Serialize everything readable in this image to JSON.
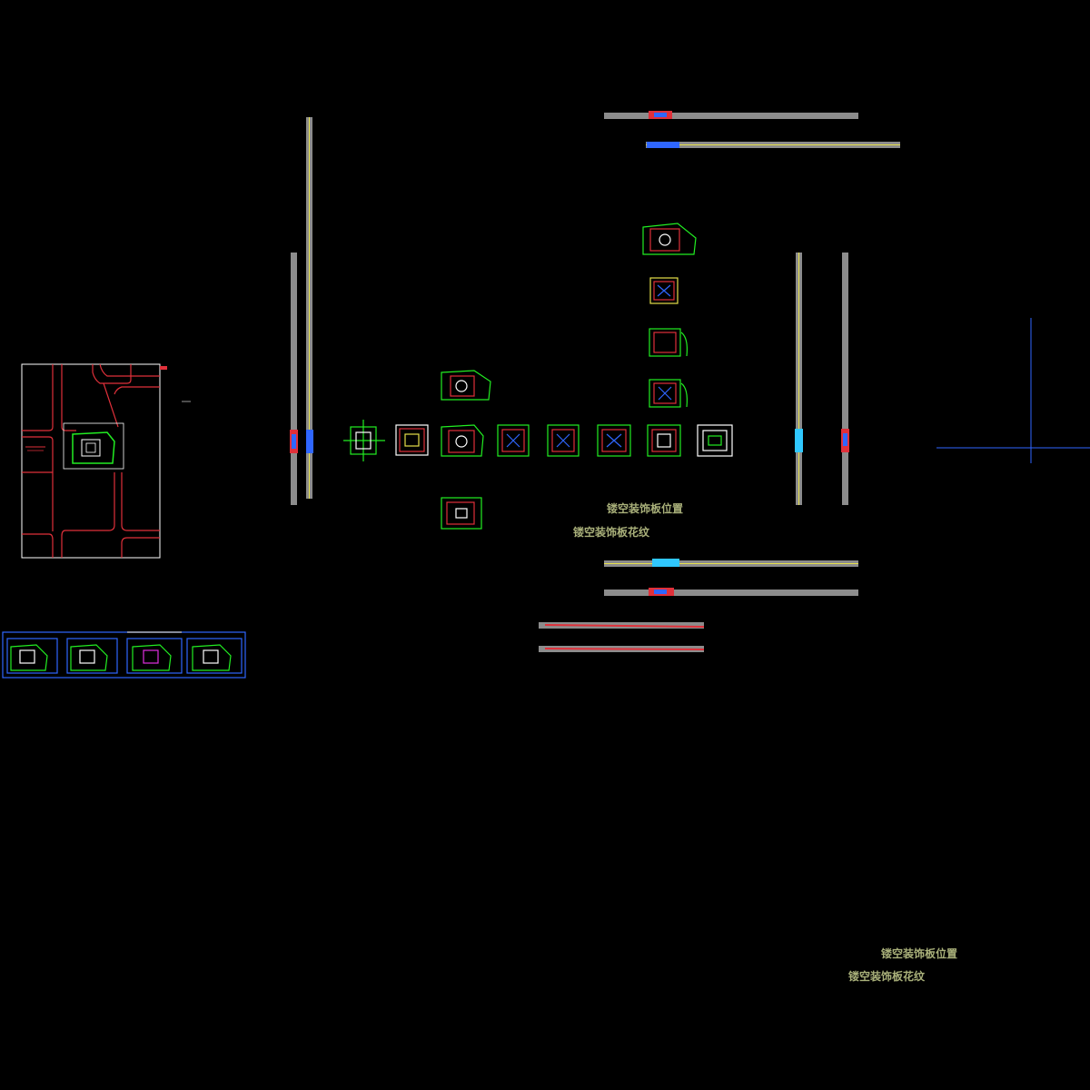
{
  "labels": {
    "panel_position_1": "镂空装饰板位置",
    "panel_pattern_1": "镂空装饰板花纹",
    "panel_position_2": "镂空装饰板位置",
    "panel_pattern_2": "镂空装饰板花纹"
  },
  "colors": {
    "background": "#000000",
    "road_red": "#e0303a",
    "outline_white": "#ffffff",
    "green": "#22ee22",
    "yellow": "#e6e04a",
    "blue": "#2f66ff",
    "cyan": "#30c8ff",
    "gray": "#8c8c8c",
    "magenta": "#e030e0",
    "text": "#a9b07a"
  }
}
